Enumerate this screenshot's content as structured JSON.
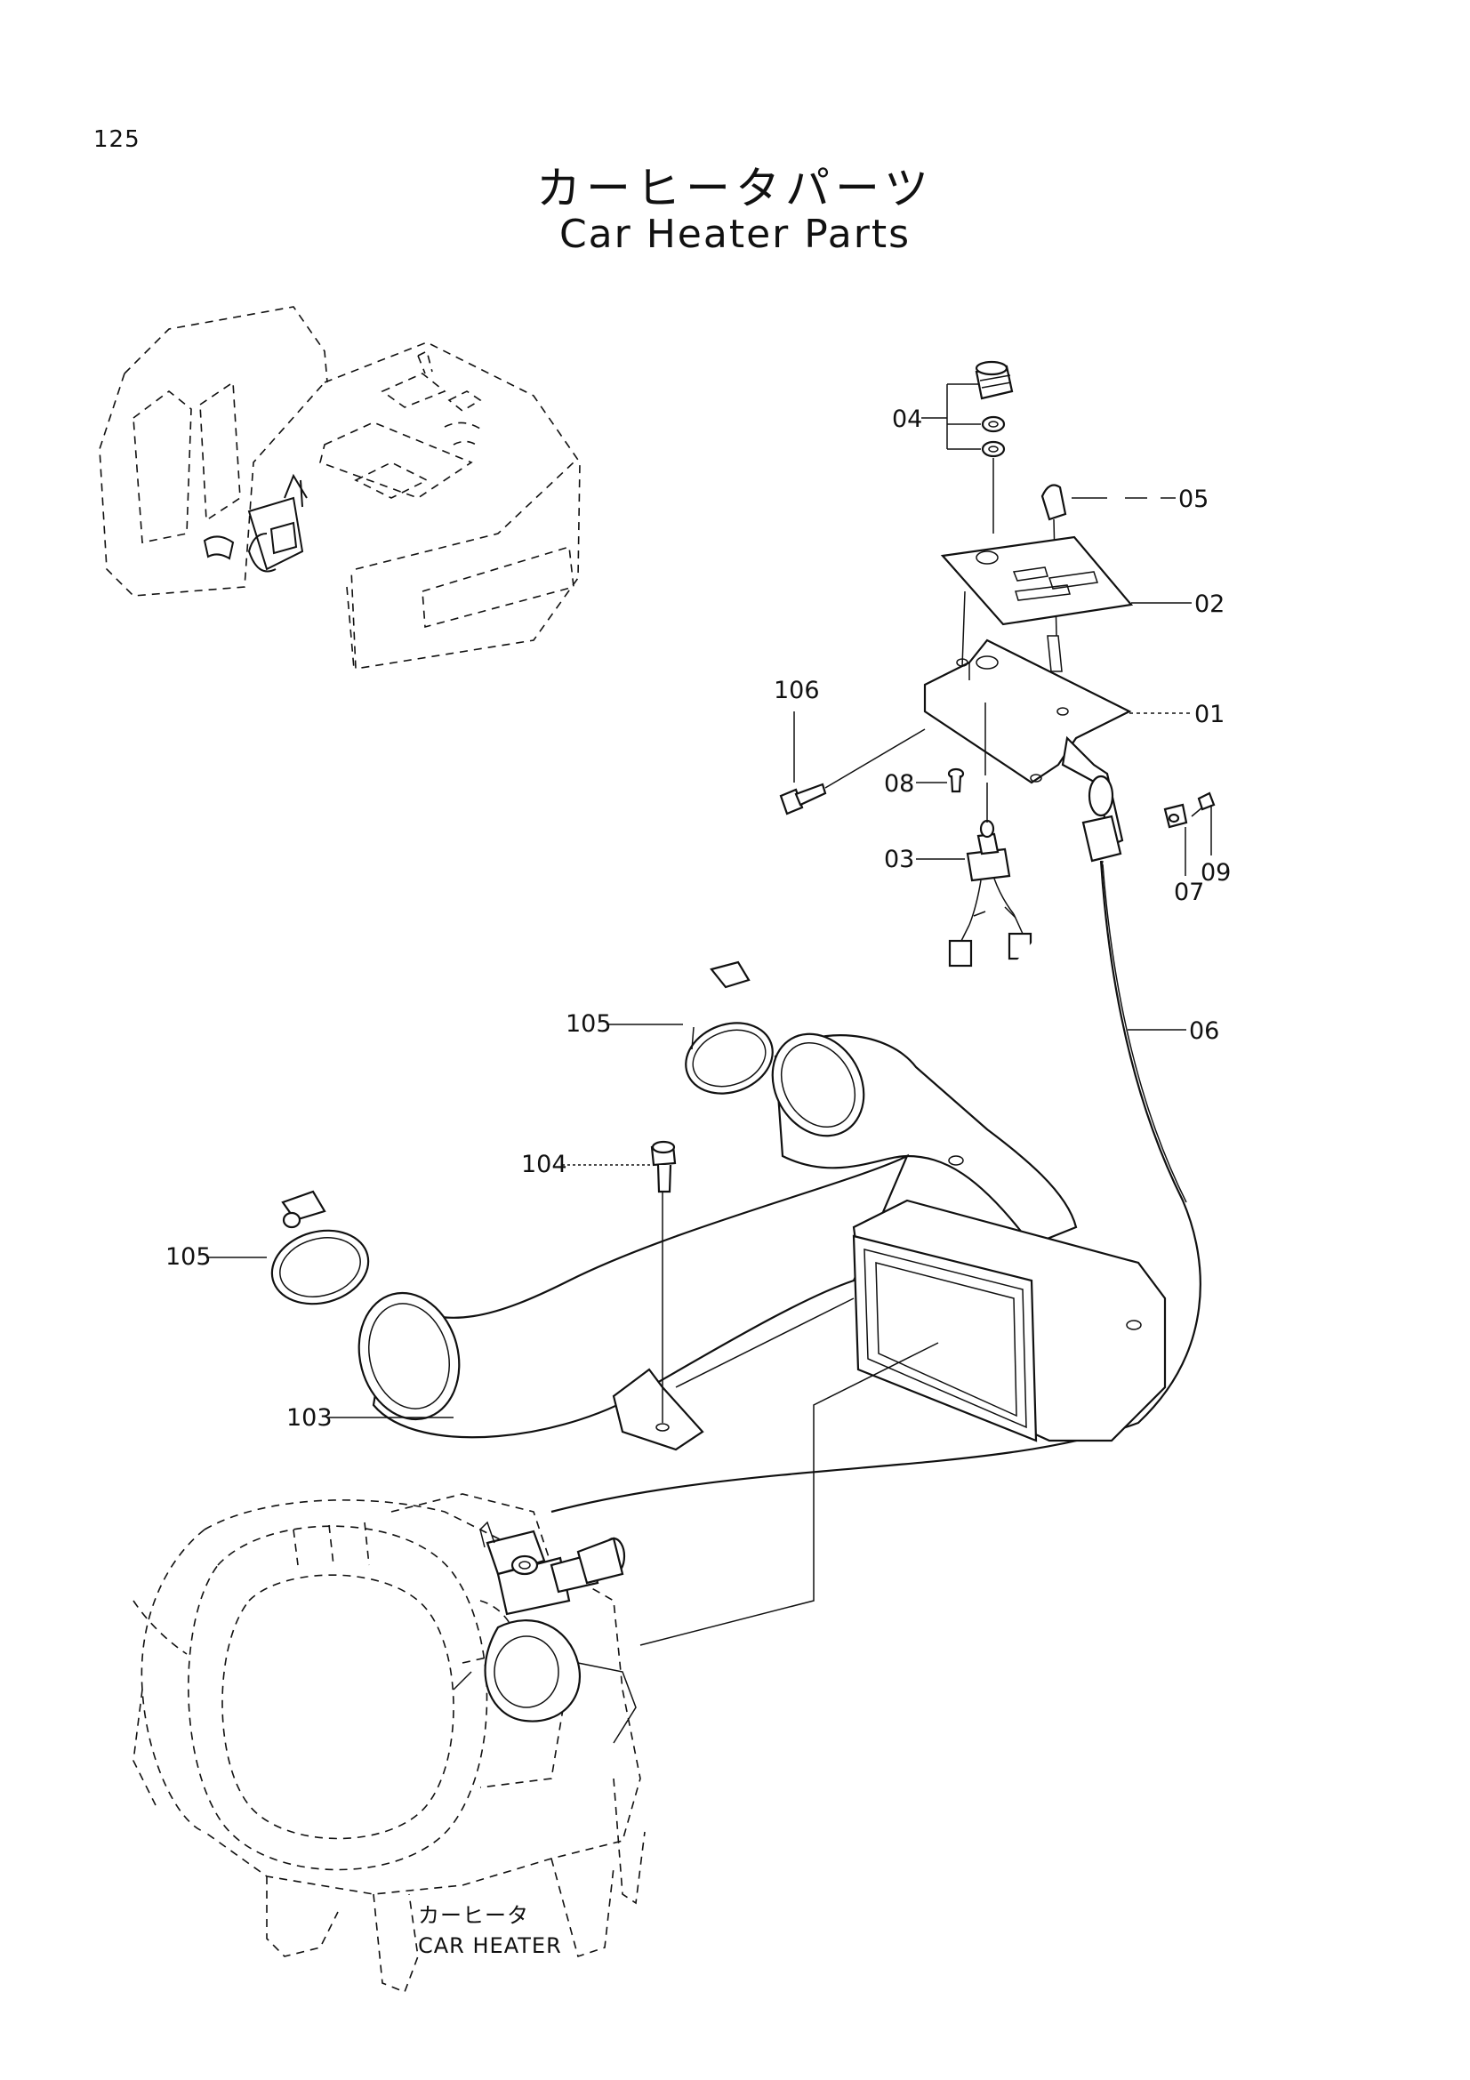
{
  "page_number": "125",
  "title_jp": "カーヒータパーツ",
  "title_en": "Car Heater Parts",
  "caption_jp": "カーヒータ",
  "caption_en": "CAR HEATER",
  "callouts": {
    "p01": "01",
    "p02": "02",
    "p03": "03",
    "p04": "04",
    "p05": "05",
    "p06": "06",
    "p07": "07",
    "p08": "08",
    "p09": "09",
    "p103": "103",
    "p104": "104",
    "p105a": "105",
    "p105b": "105",
    "p106": "106"
  }
}
